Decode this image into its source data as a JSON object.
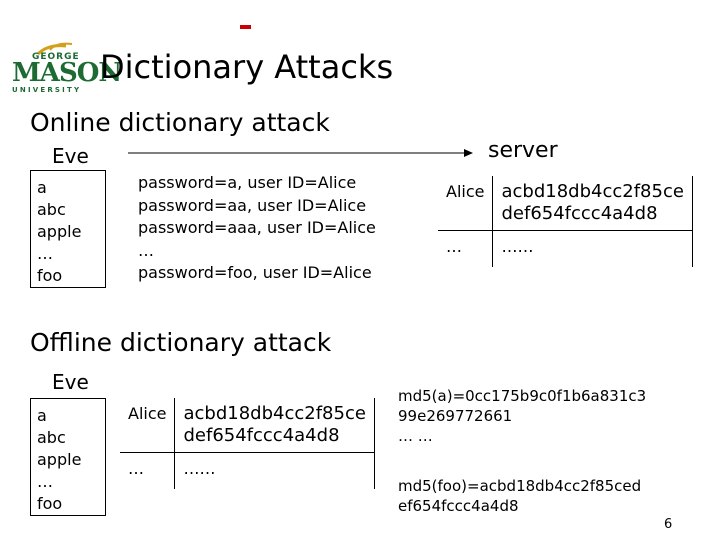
{
  "logo": {
    "line1": "GEORGE",
    "line2": "MASON",
    "line3": "UNIVERSITY",
    "color": "#1d6b33"
  },
  "title": "Dictionary Attacks",
  "online": {
    "heading": "Online dictionary attack",
    "eve_label": "Eve",
    "server_label": "server",
    "dictionary": [
      "a",
      "abc",
      "apple",
      "…",
      "foo"
    ],
    "requests": [
      "password=a, user ID=Alice",
      "password=aa, user ID=Alice",
      "password=aaa, user ID=Alice",
      "…",
      "password=foo, user ID=Alice"
    ],
    "table": [
      {
        "user": "Alice",
        "hash": [
          "acbd18db4cc2f85ce",
          "def654fccc4a4d8"
        ]
      },
      {
        "user": "…",
        "hash": [
          "……"
        ]
      }
    ]
  },
  "offline": {
    "heading": "Offline dictionary attack",
    "eve_label": "Eve",
    "dictionary": [
      "a",
      "abc",
      "apple",
      "…",
      "foo"
    ],
    "table": [
      {
        "user": "Alice",
        "hash": [
          "acbd18db4cc2f85ce",
          "def654fccc4a4d8"
        ]
      },
      {
        "user": "…",
        "hash": [
          "……"
        ]
      }
    ],
    "md5_lines": [
      "md5(a)=0cc175b9c0f1b6a831c3",
      "99e269772661",
      "… …",
      "",
      "md5(foo)=acbd18db4cc2f85ced",
      "ef654fccc4a4d8"
    ]
  },
  "page_number": "6",
  "accent_color": "#cc0000"
}
